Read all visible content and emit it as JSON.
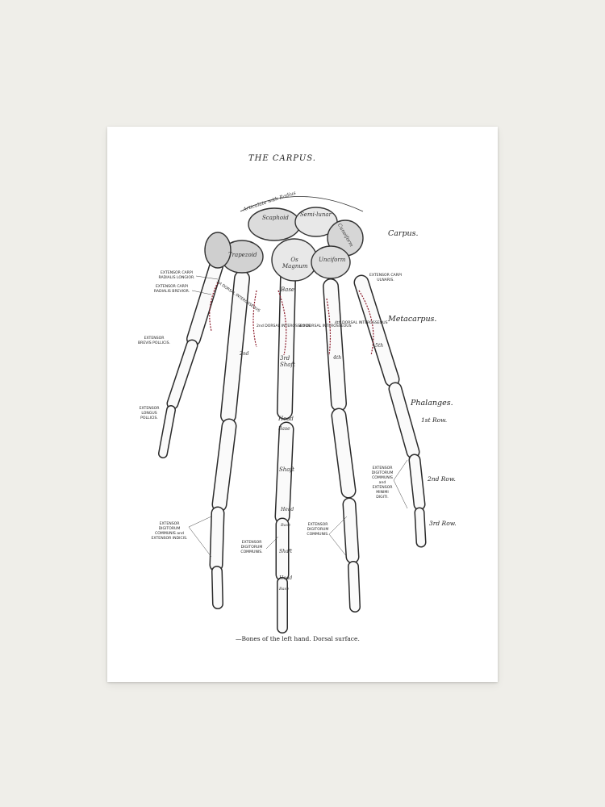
{
  "print": {
    "title": "THE CARPUS.",
    "caption": "—Bones of the left hand.  Dorsal surface.",
    "regions": {
      "carpus": "Carpus.",
      "metacarpus": "Metacarpus.",
      "phalanges": "Phalanges."
    },
    "rows": {
      "first": "1st Row.",
      "second": "2nd Row.",
      "third": "3rd Row."
    },
    "muscles": {
      "ecr_longior": "EXTENSOR CARPI RADIALIS LONGIOR.",
      "ecr_brevior": "EXTENSOR CARPI RADIALIS BREVIOR.",
      "ec_ulnaris": "EXTENSOR CARPI ULNARIS.",
      "brevis_pollicis": "EXTENSOR BREVIS POLLICIS.",
      "longus_pollicis": "EXTENSOR LONGUS POLLICIS.",
      "edc_minimi": "EXTENSOR DIGITORUM COMMUNIS and EXTENSOR MINIMI DIGITI.",
      "edc_indicis": "EXTENSOR DIGITORUM COMMUNIS and EXTENSOR INDICIS.",
      "edc_1": "EXTENSOR DIGITORUM COMMUNIS.",
      "edc_2": "EXTENSOR DIGITORUM COMMUNIS."
    },
    "bones": {
      "articulate": "Articulate with Radius",
      "scaphoid": "Scaphoid",
      "semilunar": "Semi-lunar",
      "cuneiform": "Cuneiform",
      "trapezoid": "Trapezoid",
      "os_magnum": "Os Magnum",
      "unciform": "Unciform",
      "base": "Base",
      "second": "2nd",
      "third_shaft": "3rd Shaft",
      "fourth": "4th",
      "fifth": "5th",
      "head1": "Head",
      "base1": "Base",
      "shaft1": "Shaft",
      "head2": "Head",
      "base2": "Base",
      "shaft2": "Shaft",
      "head3": "Head",
      "base3": "Base"
    },
    "interossei": {
      "first": "1st DORSAL INTEROSSEOUS",
      "second": "2nd DORSAL INTEROSSEOUS",
      "third": "3rd DORSAL INTEROSSEOUS",
      "fourth": "4th DORSAL INTEROSSEOUS"
    }
  }
}
